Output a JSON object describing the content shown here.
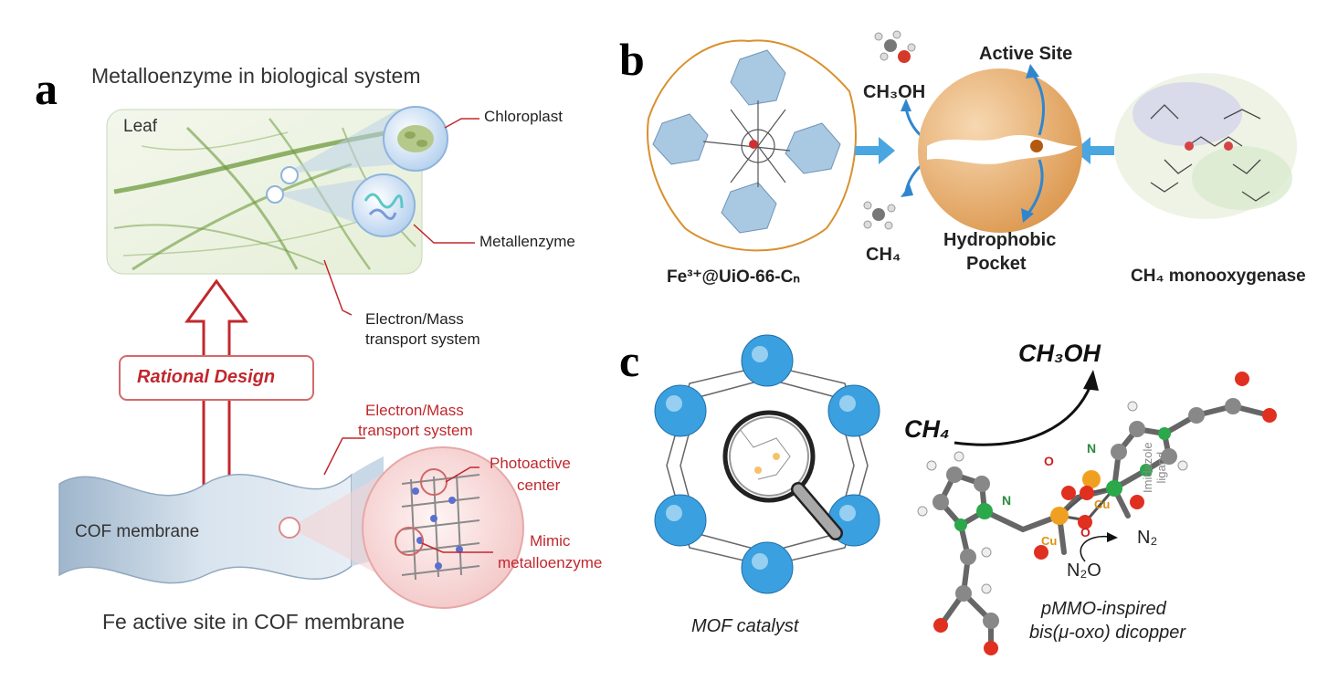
{
  "panel_a": {
    "letter": "a",
    "title": "Metalloenzyme in biological system",
    "leaf_label": "Leaf",
    "chloroplast": "Chloroplast",
    "metallenzyme": "Metallenzyme",
    "transport_1": "Electron/Mass",
    "transport_2": "transport system",
    "rational_design": "Rational Design",
    "cof_transport_1": "Electron/Mass",
    "cof_transport_2": "transport system",
    "photoactive_1": "Photoactive",
    "photoactive_2": "center",
    "mimic_1": "Mimic",
    "mimic_2": "metalloenzyme",
    "cof_membrane": "COF membrane",
    "bottom_title": "Fe active site in COF membrane",
    "colors": {
      "accent_red": "#c0282d",
      "leaf_green": "#6d9a3c"
    }
  },
  "panel_b": {
    "letter": "b",
    "ch3oh": "CH₃OH",
    "ch4": "CH₄",
    "active_site": "Active Site",
    "hydrophobic_1": "Hydrophobic",
    "hydrophobic_2": "Pocket",
    "mof_label": "Fe³⁺@UiO-66-Cₙ",
    "enzyme_label": "CH₄ monooxygenase",
    "colors": {
      "sphere": "#e8a965",
      "arrow_blue": "#3a8fd6"
    }
  },
  "panel_c": {
    "letter": "c",
    "ch3oh": "CH₃OH",
    "ch4": "CH₄",
    "n_label": "N",
    "o_label": "O",
    "cu_label": "Cu",
    "n2o": "N₂O",
    "n2": "N₂",
    "imidazole_1": "Imidazole",
    "imidazole_2": "ligand",
    "mof_catalyst": "MOF catalyst",
    "pmmo_1": "pMMO-inspired",
    "pmmo_2": "bis(μ-oxo) dicopper",
    "colors": {
      "cluster_blue": "#3aa0e0",
      "cu_orange": "#f0a020",
      "o_red": "#e03020",
      "n_green": "#2aa84a"
    }
  }
}
